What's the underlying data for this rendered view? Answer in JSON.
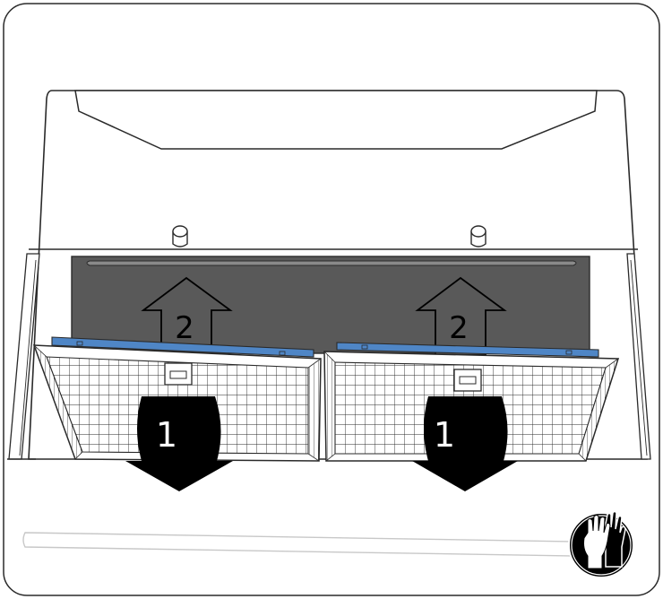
{
  "steps": {
    "pull_down_left": "1",
    "pull_down_right": "1",
    "lift_up_left": "2",
    "lift_up_right": "2"
  },
  "icons": {
    "safety_badge": "protective-gloves-icon"
  },
  "colors": {
    "frame_stroke": "#2a2a2a",
    "filter_cavity": "#595959",
    "filter_blue_edge": "#4f86c6",
    "arrow_fill": "#000000",
    "badge_fill": "#000000"
  }
}
